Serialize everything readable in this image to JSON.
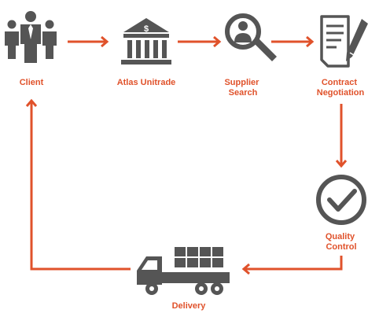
{
  "colors": {
    "accent": "#E0522B",
    "icon": "#555555",
    "background": "#FFFFFF"
  },
  "nodes": [
    {
      "id": "client",
      "label_lines": [
        "Client"
      ],
      "icon": "business-people-icon"
    },
    {
      "id": "atlas",
      "label_lines": [
        "Atlas Unitrade"
      ],
      "icon": "bank-building-icon"
    },
    {
      "id": "supplier",
      "label_lines": [
        "Supplier",
        "Search"
      ],
      "icon": "magnifier-person-icon"
    },
    {
      "id": "contract",
      "label_lines": [
        "Contract",
        "Negotiation"
      ],
      "icon": "document-pen-icon"
    },
    {
      "id": "quality",
      "label_lines": [
        "Quality",
        "Control"
      ],
      "icon": "check-circle-icon"
    },
    {
      "id": "delivery",
      "label_lines": [
        "Delivery"
      ],
      "icon": "cargo-truck-icon"
    }
  ],
  "edges": [
    {
      "from": "client",
      "to": "atlas"
    },
    {
      "from": "atlas",
      "to": "supplier"
    },
    {
      "from": "supplier",
      "to": "contract"
    },
    {
      "from": "contract",
      "to": "quality"
    },
    {
      "from": "quality",
      "to": "delivery"
    },
    {
      "from": "delivery",
      "to": "client"
    }
  ],
  "bank_symbol": "$"
}
